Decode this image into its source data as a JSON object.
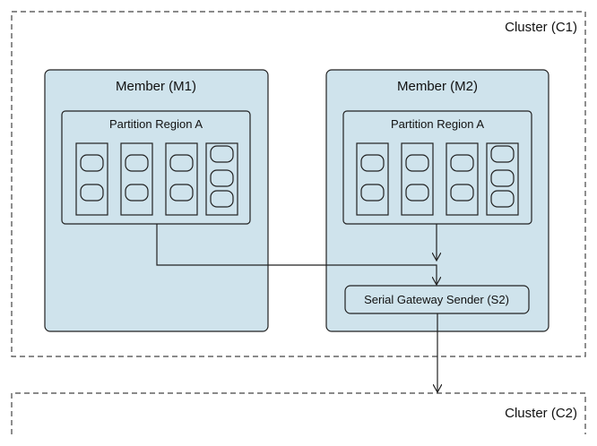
{
  "clusters": [
    {
      "id": "c1",
      "label": "Cluster (C1)"
    },
    {
      "id": "c2",
      "label": "Cluster (C2)"
    }
  ],
  "members": [
    {
      "label": "Member (M1)",
      "region": {
        "label": "Partition Region A",
        "buckets": [
          2,
          2,
          2,
          3
        ]
      }
    },
    {
      "label": "Member (M2)",
      "region": {
        "label": "Partition Region A",
        "buckets": [
          2,
          2,
          2,
          3
        ]
      },
      "gateway": {
        "label": "Serial Gateway Sender (S2)"
      }
    }
  ],
  "colors": {
    "member_fill": "#cfe3ec",
    "stroke": "#222222",
    "dashed": "#444444",
    "white": "#ffffff"
  }
}
